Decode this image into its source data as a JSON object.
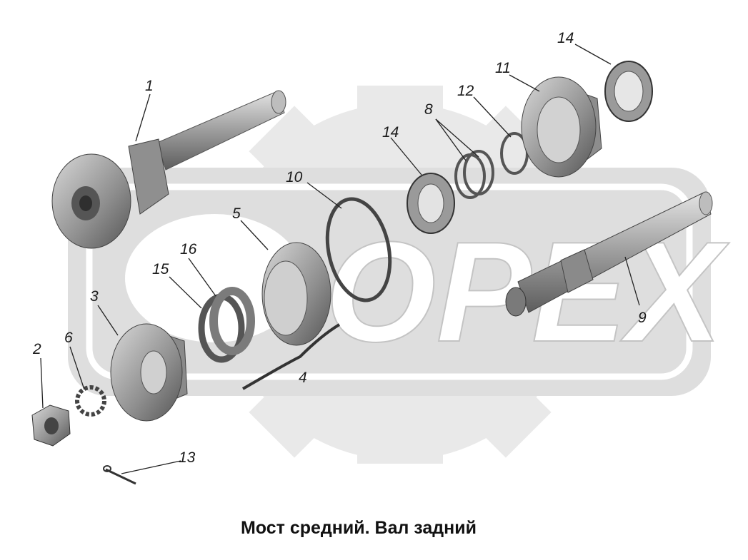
{
  "caption": "Мост средний. Вал задний",
  "watermark": "OPEX",
  "colors": {
    "watermark_gear": "#e9e9e9",
    "watermark_band": "#dedede",
    "part_dark": "#6a6a6a",
    "part_mid": "#9a9a9a",
    "part_light": "#cfcfcf",
    "leader_text": "#1a1a1a"
  },
  "callouts": [
    "1",
    "2",
    "3",
    "4",
    "5",
    "6",
    "8",
    "9",
    "10",
    "11",
    "12",
    "13",
    "14",
    "14",
    "15",
    "16"
  ]
}
